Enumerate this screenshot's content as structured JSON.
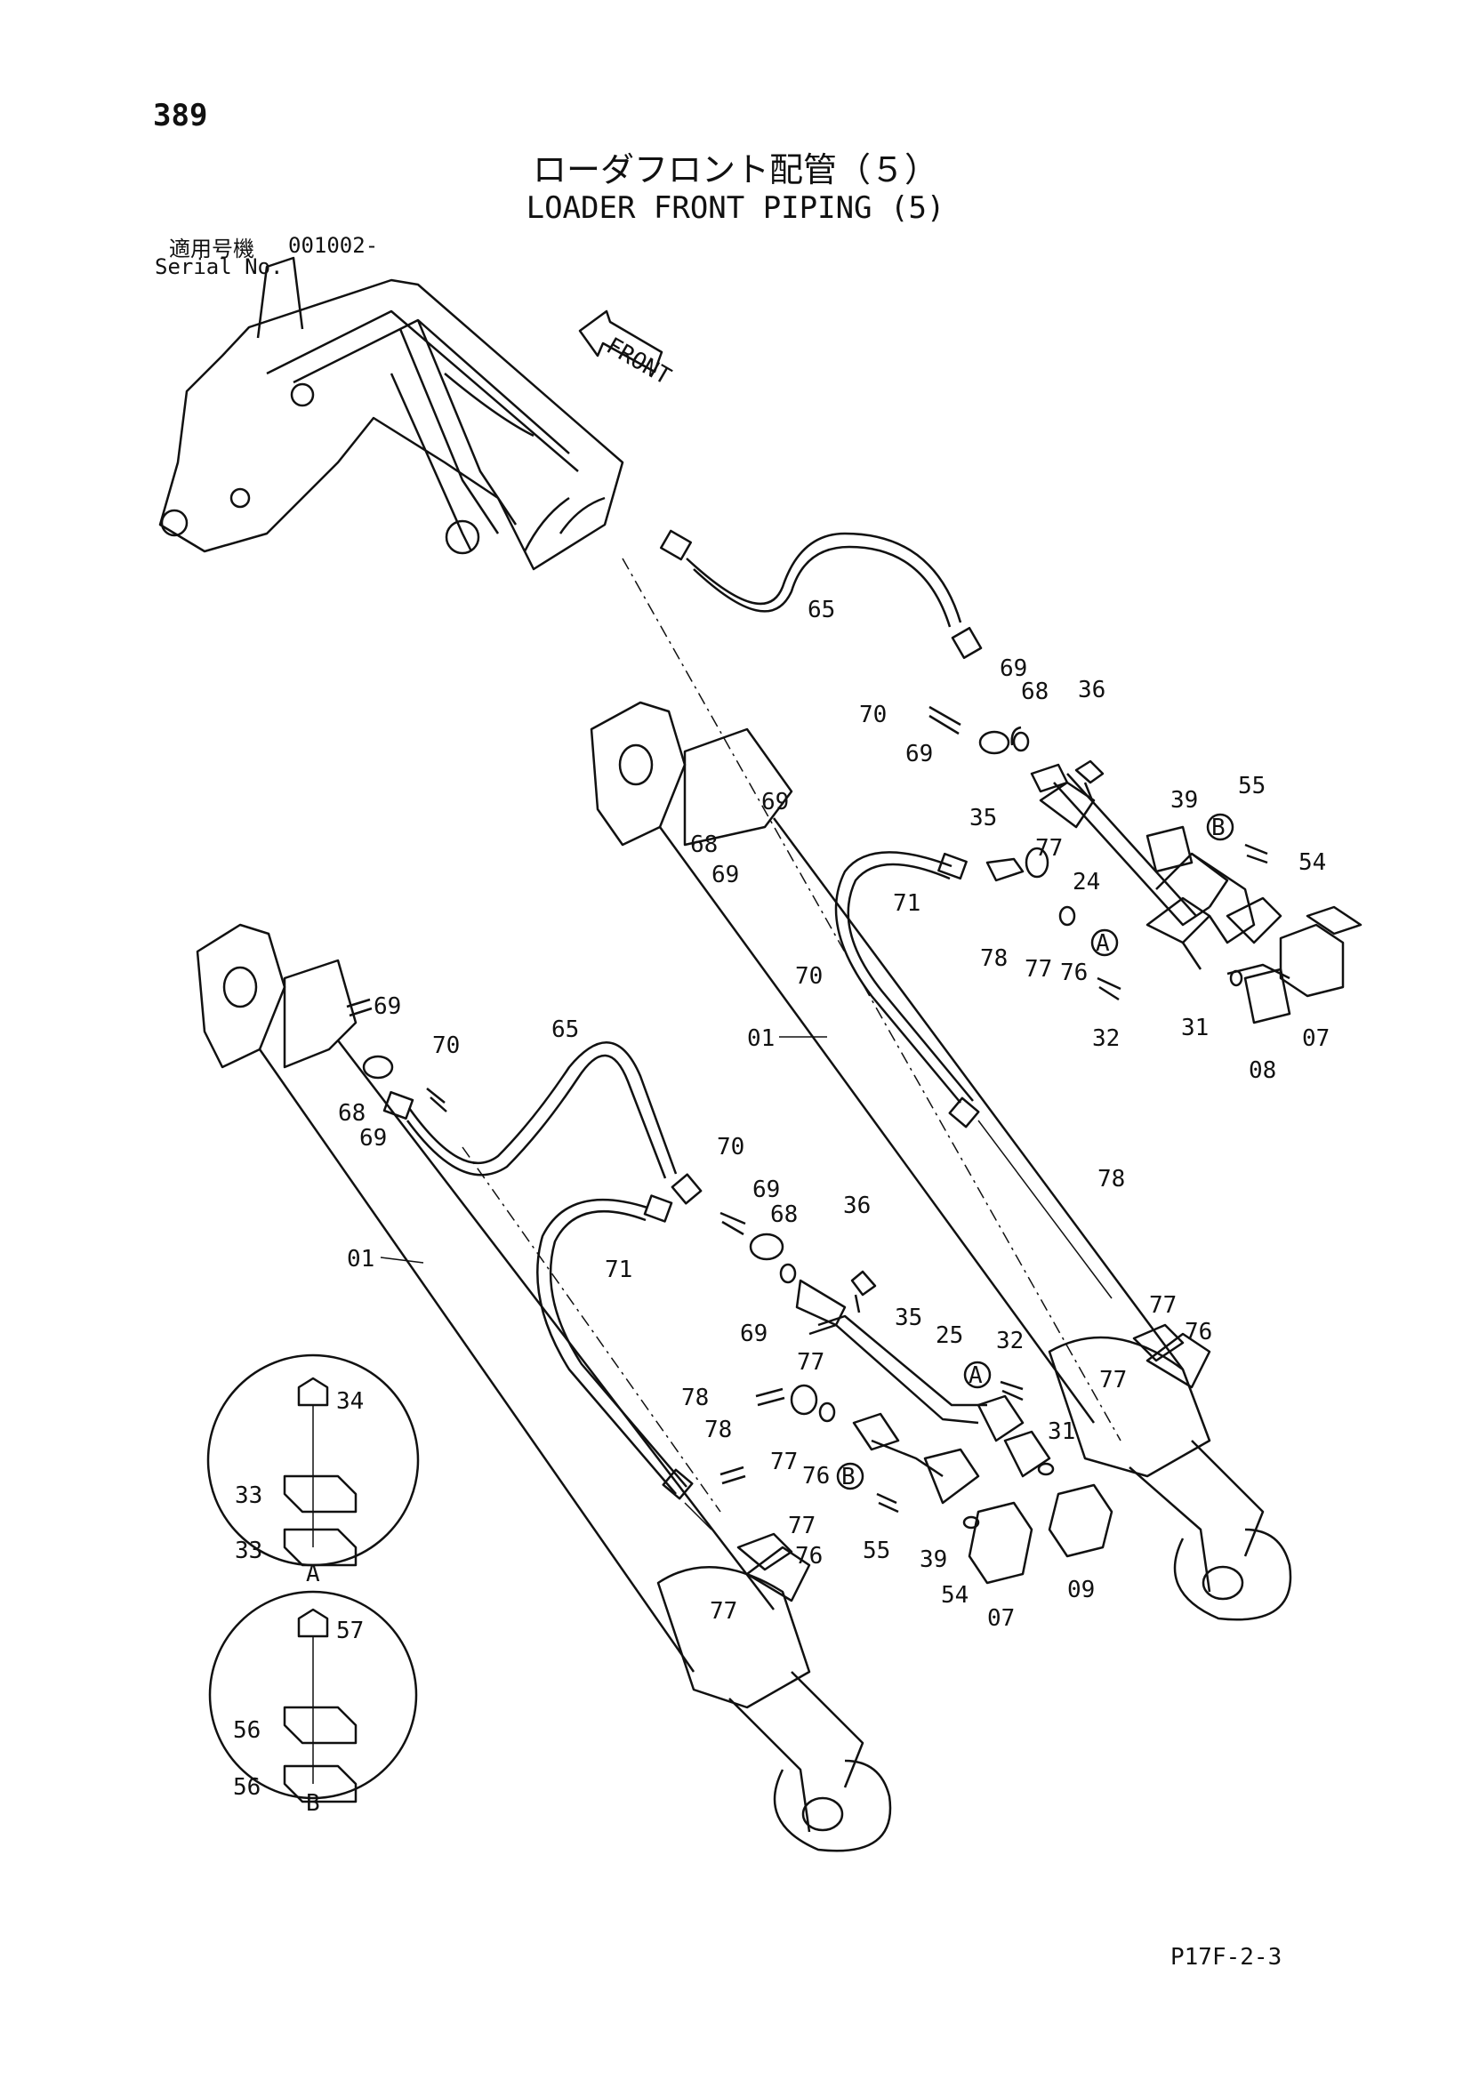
{
  "header": {
    "page_number": "389",
    "title_jp": "ローダフロント配管（５）",
    "title_en": "LOADER FRONT PIPING (5)",
    "serial_label_jp": "適用号機",
    "serial_value": "001002-",
    "serial_label_en": "Serial No."
  },
  "front_arrow_label": "FRONT",
  "callouts": {
    "c_65a": "65",
    "c_69a": "69",
    "c_70a": "70",
    "c_68a": "68",
    "c_69b": "69",
    "c_36a": "36",
    "c_35a": "35",
    "c_39a": "39",
    "c_55a": "55",
    "c_54a": "54",
    "c_77a": "77",
    "c_24": "24",
    "c_69c": "69",
    "c_68b": "68",
    "c_69d": "69",
    "c_71a": "71",
    "c_70b": "70",
    "c_78a": "78",
    "c_77b": "77",
    "c_76a": "76",
    "c_32a": "32",
    "c_31a": "31",
    "c_08": "08",
    "c_07a": "07",
    "c_01a": "01",
    "c_69e": "69",
    "c_70c": "70",
    "c_65b": "65",
    "c_68c": "68",
    "c_69f": "69",
    "c_01b": "01",
    "c_71b": "71",
    "c_70d": "70",
    "c_69g": "69",
    "c_68d": "68",
    "c_36b": "36",
    "c_69h": "69",
    "c_35b": "35",
    "c_25": "25",
    "c_32b": "32",
    "c_77c": "77",
    "c_78b": "78",
    "c_77d": "77",
    "c_76b": "76",
    "c_78c": "78",
    "c_31b": "31",
    "c_55b": "55",
    "c_39b": "39",
    "c_54b": "54",
    "c_07b": "07",
    "c_09": "09",
    "c_77e": "77",
    "c_76c": "76",
    "c_77f": "77",
    "c_78d": "78",
    "c_77g": "77",
    "c_76d": "76",
    "c_77h": "77",
    "c_34": "34",
    "c_33a": "33",
    "c_33b": "33",
    "c_57": "57",
    "c_56a": "56",
    "c_56b": "56"
  },
  "markers": {
    "mA1": "A",
    "mB1": "B",
    "mA2": "A",
    "mB2": "B",
    "detail_A": "A",
    "detail_B": "B"
  },
  "footer": {
    "page_code": "P17F-2-3"
  }
}
